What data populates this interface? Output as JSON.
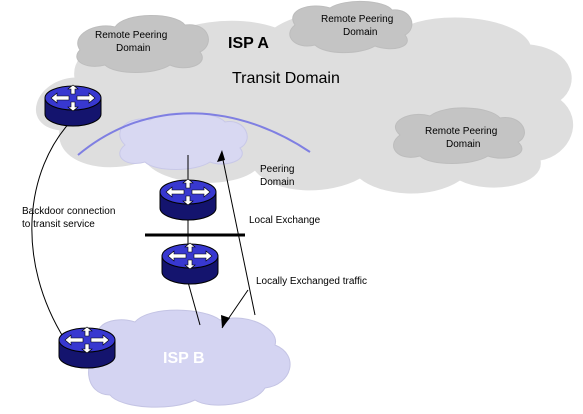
{
  "diagram": {
    "isp_a": {
      "name": "ISP A",
      "transit_label": "Transit Domain"
    },
    "remote_peering_domains": [
      {
        "line1": "Remote Peering",
        "line2": "Domain"
      },
      {
        "line1": "Remote Peering",
        "line2": "Domain"
      },
      {
        "line1": "Remote Peering",
        "line2": "Domain"
      }
    ],
    "peering_domain": {
      "line1": "Peering",
      "line2": "Domain"
    },
    "local_exchange": "Local Exchange",
    "backdoor": {
      "line1": "Backdoor connection",
      "line2": "to transit service"
    },
    "locally_exchanged": "Locally Exchanged traffic",
    "isp_b": {
      "name": "ISP B"
    },
    "colors": {
      "isp_a_cloud": "#dcdcdc",
      "remote_cloud": "#c8c8c8",
      "peering_cloud": "#d8d8f0",
      "isp_b_cloud": "#d4d4f0",
      "router_body": "#3a3ad0",
      "router_dark": "#101060",
      "arc": "#8080e0",
      "line": "#000000"
    },
    "icons": [
      "router-icon"
    ]
  }
}
